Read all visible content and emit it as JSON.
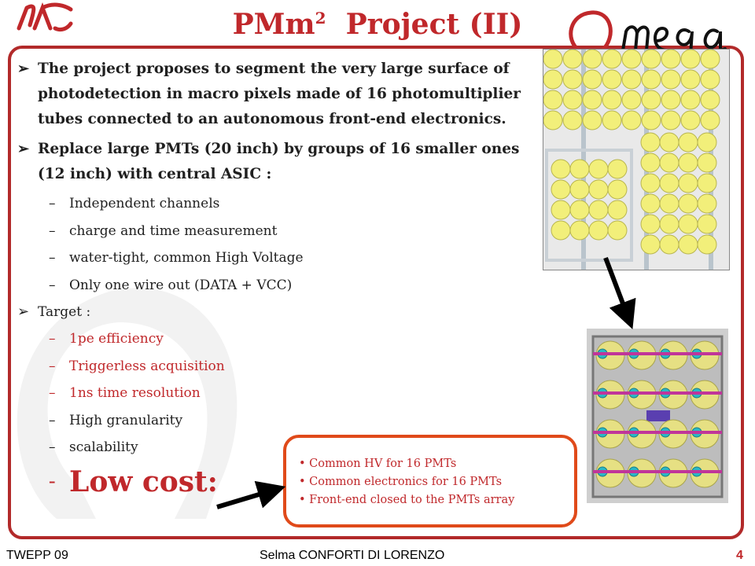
{
  "header": {
    "title_prefix": "PMm",
    "title_sup": "2",
    "title_suffix": "Project (II)",
    "logo_left": "LAL-logo-icon",
    "logo_right": "omega-logo-icon"
  },
  "bullets": {
    "b1": "The project proposes to segment the very large surface of photodetection in macro pixels made of 16 photomultiplier tubes connected to an autonomous front-end electronics.",
    "b2": "Replace large PMTs (20 inch) by groups of 16 smaller ones (12 inch) with central ASIC :",
    "b2_subs": [
      "Independent channels",
      "charge and time measurement",
      "water-tight, common High Voltage",
      "Only one wire out (DATA + VCC)"
    ],
    "b3": "Target :",
    "b3_red_subs": [
      "1pe efficiency",
      "Triggerless acquisition",
      "1ns time resolution"
    ],
    "b3_subs": [
      "High granularity",
      "scalability"
    ],
    "low_cost": "Low cost:"
  },
  "callout": {
    "items": [
      "Common HV for 16 PMTs",
      "Common electronics for 16 PMTs",
      "Front-end closed to the PMTs array"
    ]
  },
  "footer": {
    "left": "TWEPP 09",
    "center": "Selma CONFORTI DI LORENZO",
    "page": "4"
  },
  "colors": {
    "accent": "#c0282b",
    "frame": "#b22a2a",
    "callout_border": "#e04a1a",
    "pmt_yellow": "#f2ef7a"
  }
}
